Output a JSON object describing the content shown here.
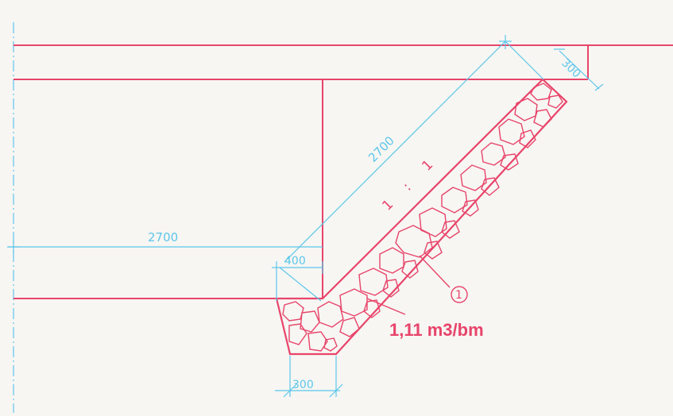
{
  "colors": {
    "structure": "#e8446a",
    "dimension": "#5cc6ea",
    "paper": "#f7f6f3"
  },
  "dimensions": {
    "top_width": "300",
    "slope_length": "2700",
    "horizontal_length": "2700",
    "base_offset": "400",
    "bottom_width": "300"
  },
  "slope_ratio": {
    "left": "1",
    "separator": ":",
    "right": "1"
  },
  "callout": {
    "number": "1",
    "volume_label": "1,11 m3/bm"
  }
}
